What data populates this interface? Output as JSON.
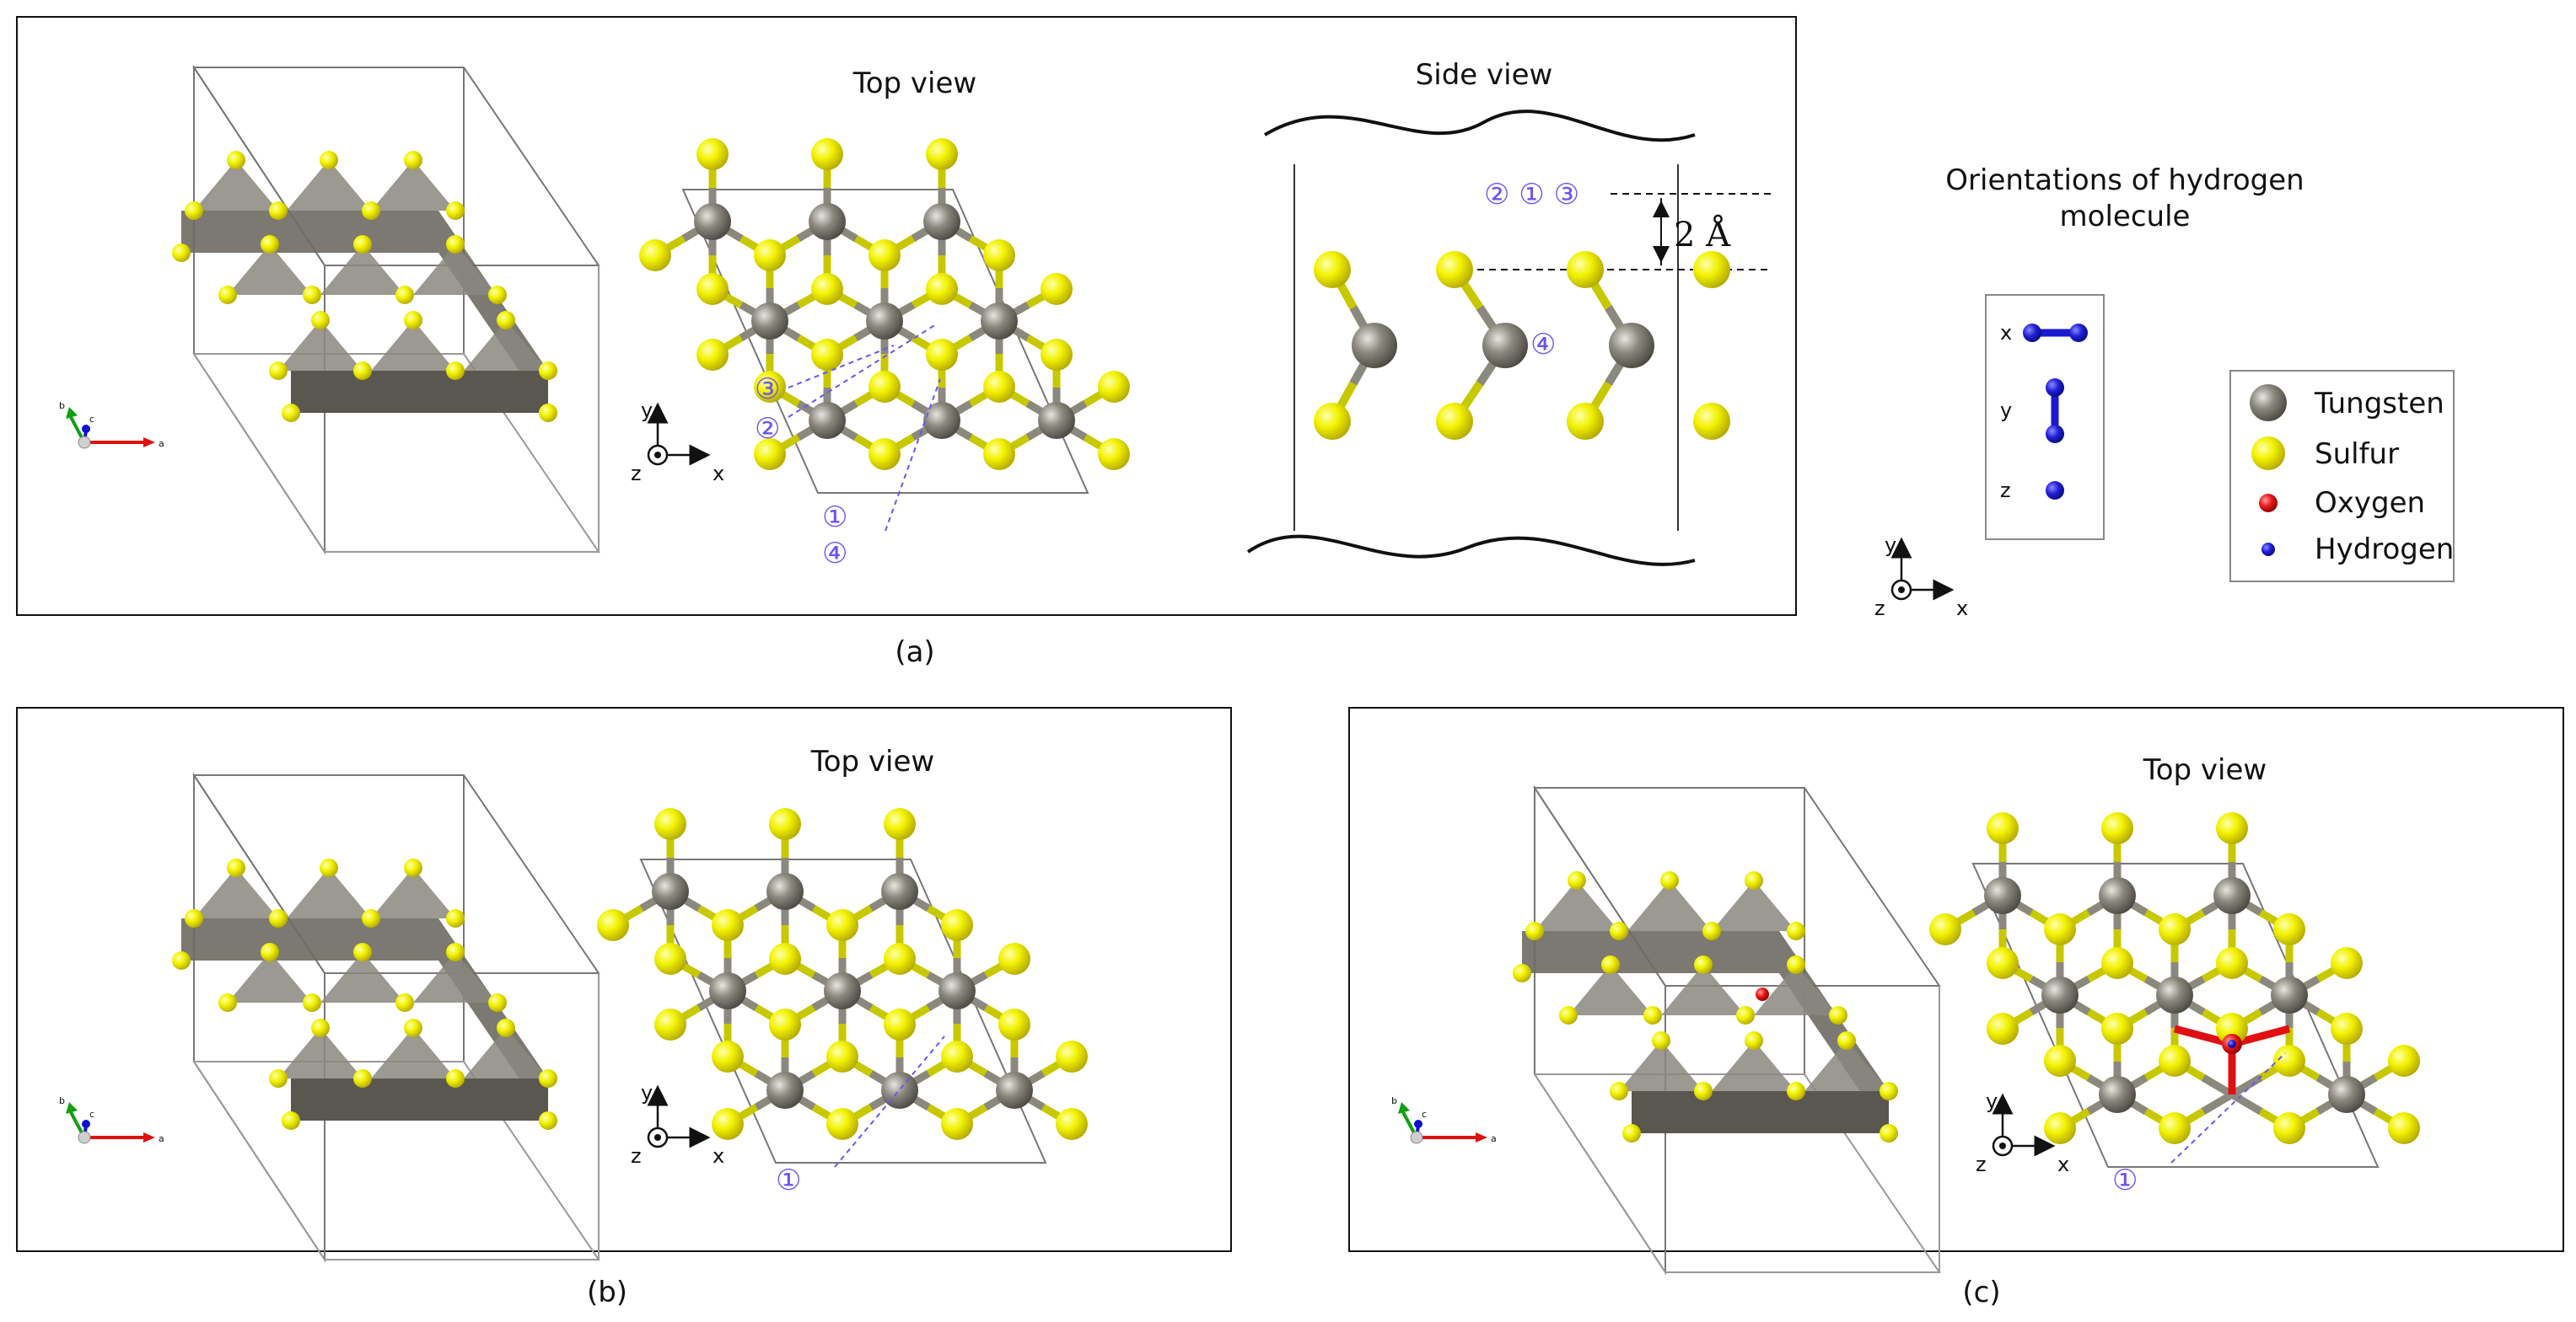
{
  "panel_a": {
    "top_view_title": "Top view",
    "side_view_title": "Side view",
    "caption": "(a)",
    "site_labels": [
      "①",
      "②",
      "③",
      "④"
    ],
    "side_site_row": "② ① ③",
    "side_site_4": "④",
    "distance_label": "2 Å"
  },
  "panel_b": {
    "top_view_title": "Top view",
    "caption": "(b)",
    "site_label": "①"
  },
  "panel_c": {
    "top_view_title": "Top view",
    "caption": "(c)",
    "site_label": "①"
  },
  "orientations": {
    "title_line1": "Orientations of hydrogen",
    "title_line2": "molecule",
    "labels": [
      "x",
      "y",
      "z"
    ]
  },
  "legend": {
    "items": [
      {
        "label": "Tungsten",
        "color": "#7d7a72"
      },
      {
        "label": "Sulfur",
        "color": "#e6e600"
      },
      {
        "label": "Oxygen",
        "color": "#e31010"
      },
      {
        "label": "Hydrogen",
        "color": "#1a1ad0"
      }
    ]
  },
  "axes": {
    "x": "x",
    "y": "y",
    "z": "z"
  },
  "vesta_axes": {
    "a": "a",
    "b": "b",
    "c": "c"
  }
}
